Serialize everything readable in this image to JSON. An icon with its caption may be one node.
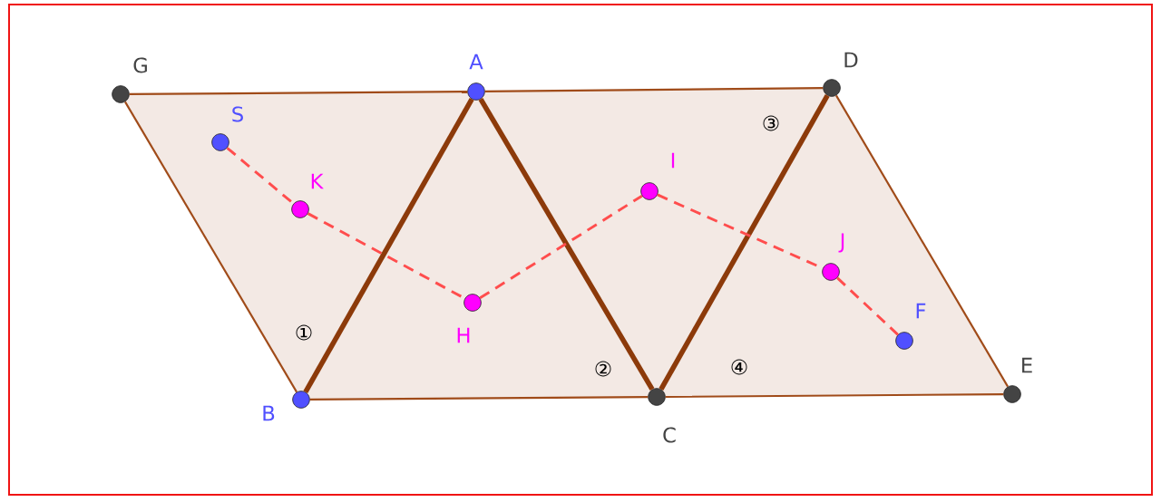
{
  "diagram": {
    "nodes": [
      {
        "text": [
          "G"
        ]
      },
      {
        "text": [
          "A"
        ]
      },
      {
        "text": [
          "D"
        ]
      },
      {
        "text": [
          "S"
        ]
      },
      {
        "text": [
          "K"
        ]
      },
      {
        "text": [
          "I"
        ]
      },
      {
        "text": [
          "J"
        ]
      },
      {
        "text": [
          "H"
        ]
      },
      {
        "text": [
          "F"
        ]
      },
      {
        "text": [
          "B"
        ]
      },
      {
        "text": [
          "C"
        ]
      },
      {
        "text": [
          "E"
        ]
      }
    ],
    "edges": [
      {
        "from": 0,
        "to": 1,
        "arrow": "none"
      },
      {
        "from": 1,
        "to": 2,
        "arrow": "none"
      },
      {
        "from": 2,
        "to": 11,
        "arrow": "none"
      },
      {
        "from": 11,
        "to": 10,
        "arrow": "none"
      },
      {
        "from": 10,
        "to": 9,
        "arrow": "none"
      },
      {
        "from": 9,
        "to": 0,
        "arrow": "none"
      },
      {
        "from": 1,
        "to": 9,
        "arrow": "none",
        "style": "thick"
      },
      {
        "from": 1,
        "to": 10,
        "arrow": "none",
        "style": "thick"
      },
      {
        "from": 10,
        "to": 2,
        "arrow": "none",
        "style": "thick"
      },
      {
        "from": 3,
        "to": 4,
        "arrow": "none",
        "style": "dashed",
        "color": "#ff4d4d"
      },
      {
        "from": 4,
        "to": 7,
        "arrow": "none",
        "style": "dashed",
        "color": "#ff4d4d"
      },
      {
        "from": 7,
        "to": 5,
        "arrow": "none",
        "style": "dashed",
        "color": "#ff4d4d"
      },
      {
        "from": 5,
        "to": 6,
        "arrow": "none",
        "style": "dashed",
        "color": "#ff4d4d"
      },
      {
        "from": 6,
        "to": 8,
        "arrow": "none",
        "style": "dashed",
        "color": "#ff4d4d"
      }
    ],
    "labels": [
      "③",
      "①",
      "②",
      "④"
    ]
  }
}
